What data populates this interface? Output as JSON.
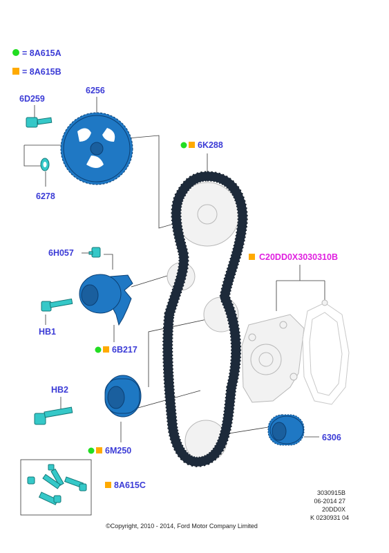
{
  "legend": {
    "green_circle": {
      "symbol_color": "#22dd22",
      "text": "= 8A615A"
    },
    "orange_square": {
      "symbol_color": "#ffaa00",
      "text": "= 8A615B"
    }
  },
  "colors": {
    "label": "#3b3bd6",
    "sub_label": "#e01fe0",
    "part_blue": "#1f78c4",
    "part_teal": "#35c8c8",
    "belt": "#1d2a3a"
  },
  "labels": {
    "p_6D259": "6D259",
    "p_6256": "6256",
    "p_6278": "6278",
    "p_6K288": "6K288",
    "p_6H057": "6H057",
    "p_HB1": "HB1",
    "p_6B217": "6B217",
    "p_HB2": "HB2",
    "p_6M250": "6M250",
    "p_6306": "6306",
    "p_8A615C": "8A615C",
    "p_C20DD0X": "C20DD0X3030310B"
  },
  "meta": {
    "line1": "3030915B",
    "line2": "06-2014 27",
    "line3": "20DD0X",
    "line4": "K 0230931 04"
  },
  "copyright": "©Copyright, 2010 - 2014, Ford Motor Company Limited"
}
